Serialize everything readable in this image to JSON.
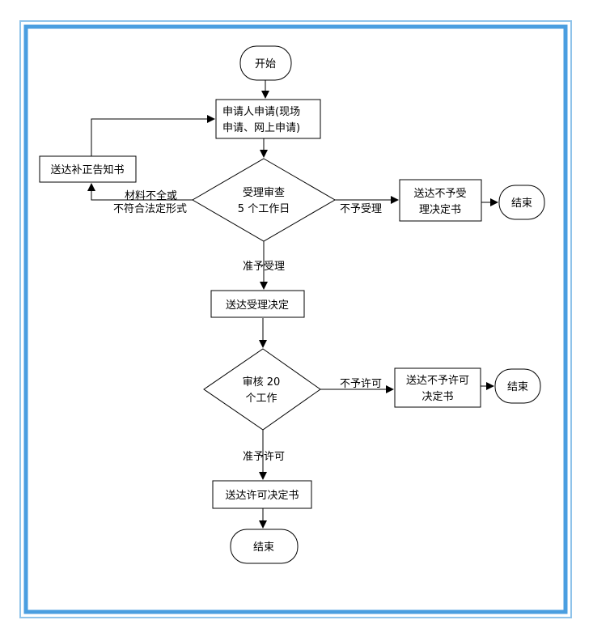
{
  "colors": {
    "frame_outer": "#8fc3ea",
    "frame_inner": "#4a9ee0",
    "stroke": "#000000"
  },
  "nodes": {
    "start": "开始",
    "apply": [
      "申请人申请(现场",
      "申请、网上申请)"
    ],
    "supplement": "送达补正告知书",
    "review_accept": [
      "受理审查",
      "5 个工作日"
    ],
    "reject_accept_doc": [
      "送达不予受",
      "理决定书"
    ],
    "end_1": "结束",
    "accept_doc": "送达受理决定",
    "review_permit": [
      "审核 20",
      "个工作"
    ],
    "reject_permit_doc": [
      "送达不予许可",
      "决定书"
    ],
    "end_2": "结束",
    "permit_doc": "送达许可决定书",
    "end_3": "结束"
  },
  "edge_labels": {
    "incomplete": [
      "材料不全或",
      "不符合法定形式"
    ],
    "not_accepted": "不予受理",
    "accepted": "准予受理",
    "not_permitted": "不予许可",
    "permitted": "准予许可"
  }
}
